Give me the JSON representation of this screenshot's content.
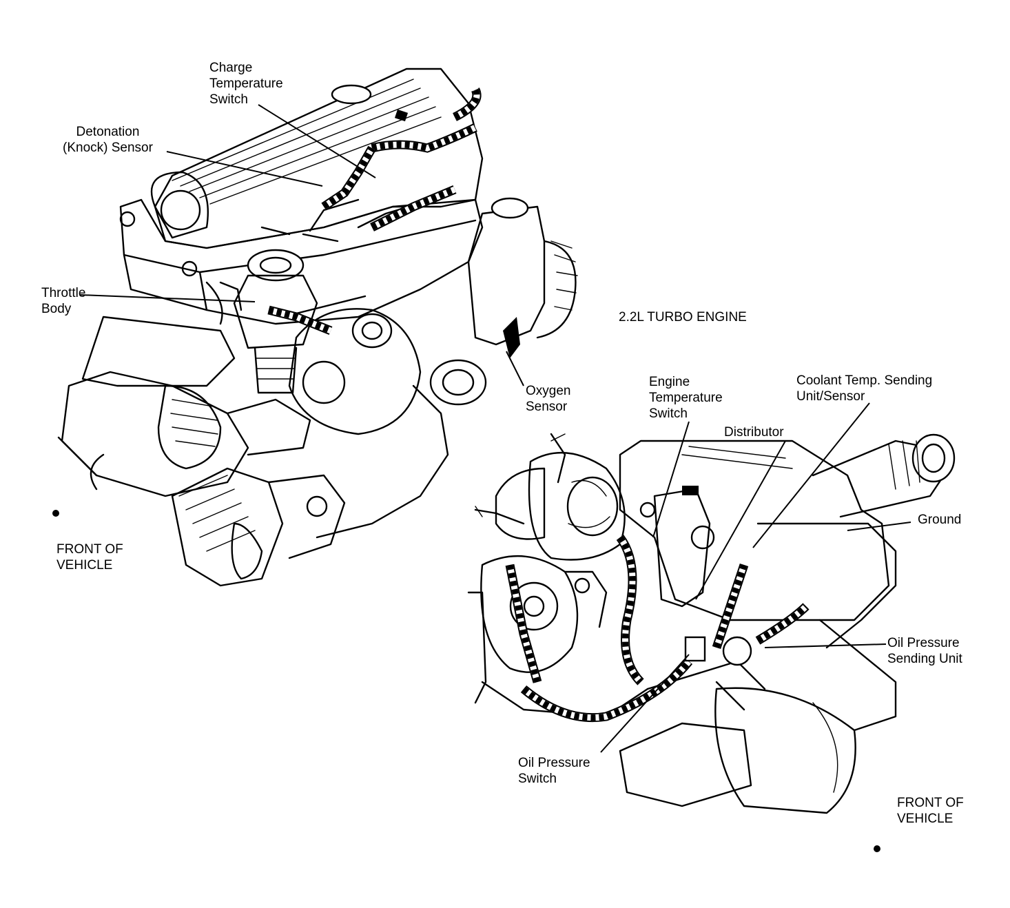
{
  "title": "2.2L TURBO ENGINE",
  "upper_engine": {
    "labels": {
      "charge_temp_switch": [
        "Charge",
        "Temperature",
        "Switch"
      ],
      "knock_sensor": [
        "Detonation",
        "(Knock) Sensor"
      ],
      "throttle_body": [
        "Throttle",
        "Body"
      ],
      "oxygen_sensor": [
        "Oxygen",
        "Sensor"
      ],
      "front_of_vehicle": [
        "FRONT OF",
        "VEHICLE"
      ]
    }
  },
  "lower_engine": {
    "labels": {
      "engine_temp_switch": [
        "Engine",
        "Temperature",
        "Switch"
      ],
      "coolant_temp_sensor": [
        "Coolant Temp. Sending",
        "Unit/Sensor"
      ],
      "distributor": [
        "Distributor"
      ],
      "ground": [
        "Ground"
      ],
      "oil_pressure_sending_unit": [
        "Oil Pressure",
        "Sending Unit"
      ],
      "oil_pressure_switch": [
        "Oil Pressure",
        "Switch"
      ],
      "front_of_vehicle": [
        "FRONT OF",
        "VEHICLE"
      ]
    }
  }
}
